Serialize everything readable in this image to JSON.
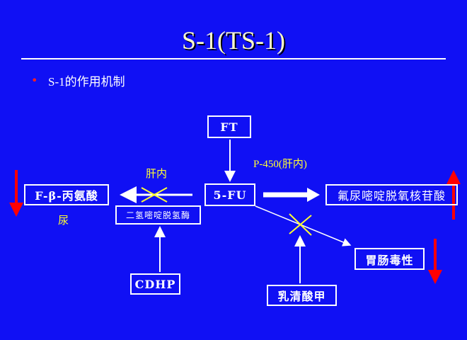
{
  "title": "S-1(TS-1)",
  "bullet": "S-1的作用机制",
  "nodes": {
    "ft": "FT",
    "fu": "5-FU",
    "fbal": "F-β-丙氨酸",
    "dpd": "二氢嘧啶脱氢酶",
    "cdhp": "CDHP",
    "oxo": "乳清酸甲",
    "gi": "胃肠毒性",
    "fdump": "氟尿嘧啶脱氧核苷酸"
  },
  "labels": {
    "liver": "肝内",
    "urine": "尿",
    "p450": "P-450(肝内)"
  },
  "colors": {
    "background": "#1010f4",
    "highlight": "#ffff33",
    "indicator": "#ff0000"
  }
}
